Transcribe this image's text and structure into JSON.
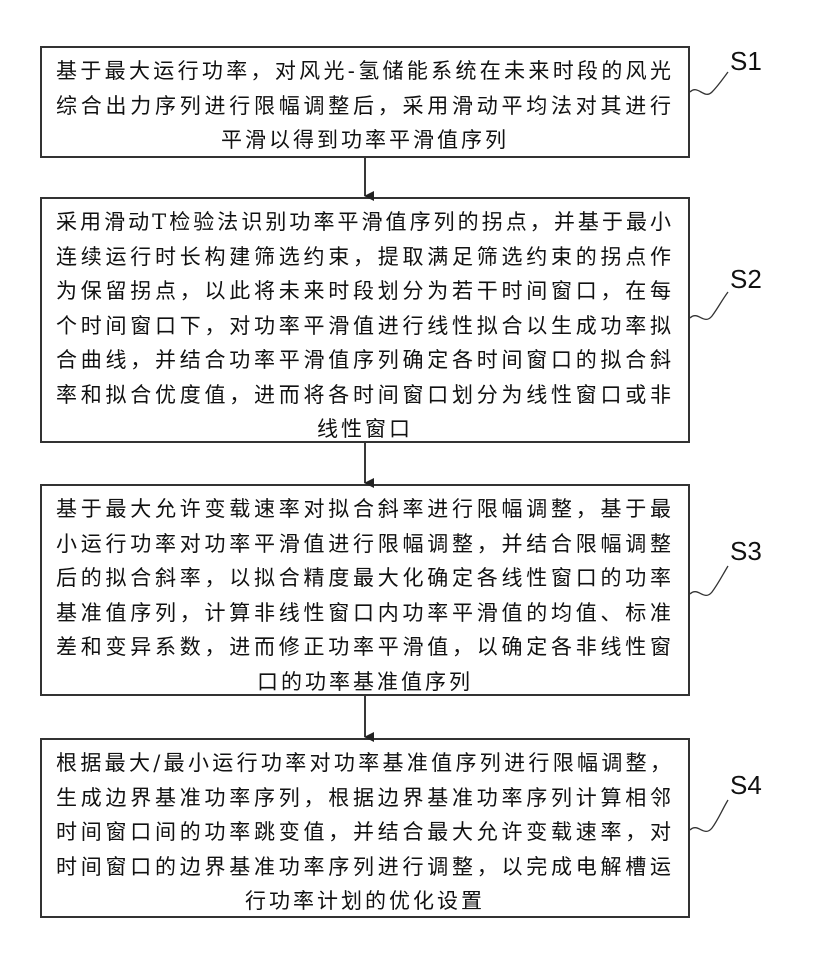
{
  "steps": [
    {
      "label": "S1",
      "text": "基于最大运行功率，对风光-氢储能系统在未来时段的风光综合出力序列进行限幅调整后，采用滑动平均法对其进行平滑以得到功率平滑值序列"
    },
    {
      "label": "S2",
      "text": "采用滑动T检验法识别功率平滑值序列的拐点，并基于最小连续运行时长构建筛选约束，提取满足筛选约束的拐点作为保留拐点，以此将未来时段划分为若干时间窗口，在每个时间窗口下，对功率平滑值进行线性拟合以生成功率拟合曲线，并结合功率平滑值序列确定各时间窗口的拟合斜率和拟合优度值，进而将各时间窗口划分为线性窗口或非线性窗口"
    },
    {
      "label": "S3",
      "text": "基于最大允许变载速率对拟合斜率进行限幅调整，基于最小运行功率对功率平滑值进行限幅调整，并结合限幅调整后的拟合斜率，以拟合精度最大化确定各线性窗口的功率基准值序列，计算非线性窗口内功率平滑值的均值、标准差和变异系数，进而修正功率平滑值，以确定各非线性窗口的功率基准值序列"
    },
    {
      "label": "S4",
      "text": "根据最大/最小运行功率对功率基准值序列进行限幅调整，生成边界基准功率序列，根据边界基准功率序列计算相邻时间窗口间的功率跳变值，并结合最大允许变载速率，对时间窗口的边界基准功率序列进行调整，以完成电解槽运行功率计划的优化设置"
    }
  ]
}
